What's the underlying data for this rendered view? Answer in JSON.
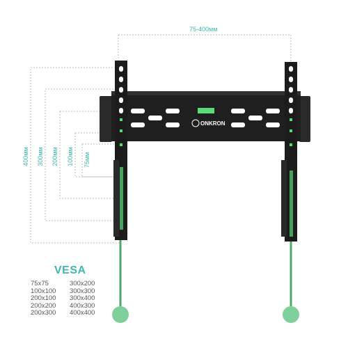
{
  "dimensions": {
    "width_range": "75-400мм",
    "heights": [
      "400мм",
      "300мм",
      "200мм",
      "100мм",
      "75мм"
    ]
  },
  "brand": {
    "logo_text": "ONKRON"
  },
  "vesa": {
    "title": "VESA",
    "left_column": [
      "75x75",
      "100x100",
      "200x100",
      "200x200",
      "200x300"
    ],
    "right_column": [
      "300x200",
      "300x300",
      "300x400",
      "400x300",
      "400x400"
    ]
  },
  "colors": {
    "accent": "#3fb7ad",
    "bracket": "#1c1c1c",
    "level_green": "#5bdc7a",
    "safety_ball": "#7fcf9a"
  }
}
